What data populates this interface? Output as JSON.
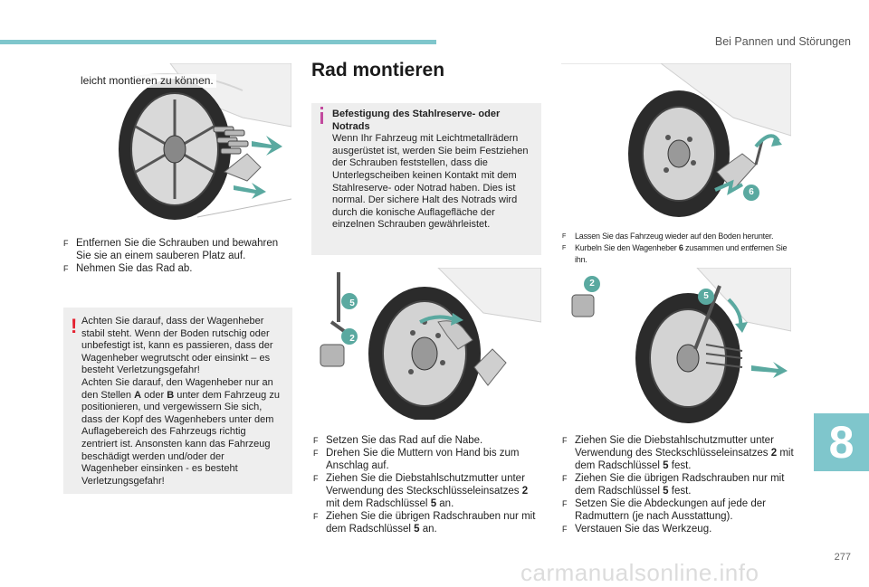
{
  "header": {
    "section_title": "Bei Pannen und Störungen",
    "page_number": "277",
    "chapter_number": "8"
  },
  "colors": {
    "accent_teal": "#7fc6cc",
    "warning_red": "#e4202f",
    "info_magenta": "#c24a9e",
    "callout_green": "#5aa9a0"
  },
  "left_column": {
    "intro_text": "leicht montieren zu können.",
    "steps": [
      "Entfernen Sie die Schrauben und bewahren Sie sie an einem sauberen Platz auf.",
      "Nehmen Sie das Rad ab."
    ],
    "warning": {
      "paragraph1_a": "Achten Sie darauf, dass der Wagenheber stabil steht. Wenn der Boden rutschig oder unbefestigt ist, kann es passieren, dass der Wagenheber wegrutscht oder einsinkt – es besteht Verletzungsgefahr!",
      "paragraph2_a": "Achten Sie darauf, den Wagenheber nur an den Stellen ",
      "bold_a": "A",
      "paragraph2_b": " oder ",
      "bold_b": "B",
      "paragraph2_c": " unter dem Fahrzeug zu positionieren, und vergewissern Sie sich, dass der Kopf des Wagenhebers unter dem Auflagebereich des Fahrzeugs richtig zentriert ist. Ansonsten kann das Fahrzeug beschädigt werden und/oder der Wagenheber einsinken - es besteht Verletzungsgefahr!"
    }
  },
  "middle_column": {
    "heading": "Rad montieren",
    "info": {
      "title": "Befestigung des Stahlreserve- oder Notrads",
      "body": "Wenn Ihr Fahrzeug mit Leichtmetallrädern ausgerüstet ist, werden Sie beim Festziehen der Schrauben feststellen, dass die Unterlegscheiben keinen Kontakt mit dem Stahlreserve- oder Notrad haben. Dies ist normal. Der sichere Halt des Notrads wird durch die konische Auflagefläche der einzelnen Schrauben gewährleistet."
    },
    "callouts": [
      "5",
      "2"
    ],
    "steps": [
      {
        "text": "Setzen Sie das Rad auf die Nabe."
      },
      {
        "text": "Drehen Sie die Muttern von Hand bis zum Anschlag auf."
      },
      {
        "text_a": "Ziehen Sie die Diebstahlschutzmutter unter Verwendung des Steckschlüsseleinsatzes ",
        "bold": "2",
        "text_b": " mit dem Radschlüssel ",
        "bold2": "5",
        "text_c": " an."
      },
      {
        "text_a": "Ziehen Sie die übrigen Radschrauben nur mit dem Radschlüssel ",
        "bold": "5",
        "text_b": " an."
      }
    ]
  },
  "right_column": {
    "callout_top": "6",
    "small_steps": [
      "Lassen Sie das Fahrzeug wieder auf den Boden herunter.",
      {
        "a": "Kurbeln Sie den Wagenheber ",
        "bold": "6",
        "b": " zusammen und entfernen Sie ihn."
      }
    ],
    "callouts_mid": [
      "2",
      "5"
    ],
    "steps": [
      {
        "a": "Ziehen Sie die Diebstahlschutzmutter unter Verwendung des Steckschlüsseleinsatzes ",
        "bold": "2",
        "b": " mit dem Radschlüssel ",
        "bold2": "5",
        "c": " fest."
      },
      {
        "a": "Ziehen Sie die übrigen Radschrauben nur mit dem Radschlüssel ",
        "bold": "5",
        "b": " fest."
      },
      {
        "a": "Setzen Sie die Abdeckungen auf jede der Radmuttern (je nach Ausstattung)."
      },
      {
        "a": "Verstauen Sie das Werkzeug."
      }
    ]
  },
  "step_marker": "F",
  "watermark": "carmanualsonline.info"
}
